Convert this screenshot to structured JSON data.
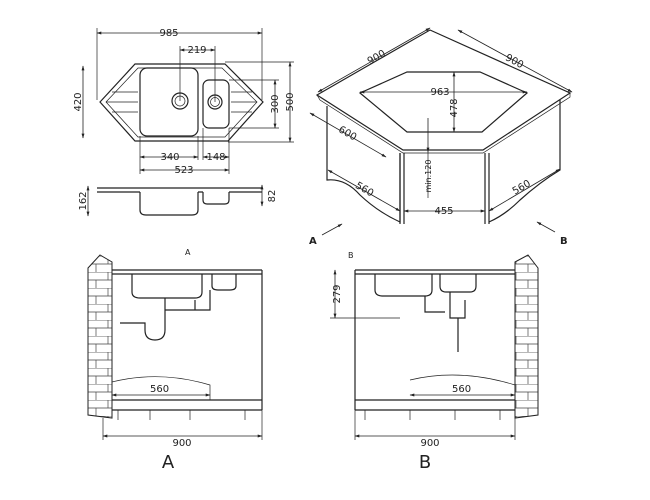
{
  "plan_view": {
    "overall_width": "985",
    "drain_spacing": "219",
    "depth_bowl": "420",
    "small_bowl_height": "300",
    "overall_depth": "500",
    "large_bowl_width": "340",
    "small_bowl_width": "148",
    "bowls_total_width": "523"
  },
  "side_view": {
    "height": "162",
    "small_bowl_depth": "82"
  },
  "iso_view": {
    "left_side": "900",
    "right_side": "900",
    "cutout_width": "963",
    "cutout_depth": "478",
    "worktop_depth": "600",
    "min_clearance": "min.120",
    "left_cabinet": "560",
    "front_opening": "455",
    "right_cabinet": "560",
    "arrow_a": "A",
    "arrow_b": "B"
  },
  "view_a": {
    "small_label": "A",
    "inner_width": "560",
    "total_width": "900",
    "big_label": "A"
  },
  "view_b": {
    "small_label": "B",
    "height": "279",
    "inner_width": "560",
    "total_width": "900",
    "big_label": "B"
  }
}
